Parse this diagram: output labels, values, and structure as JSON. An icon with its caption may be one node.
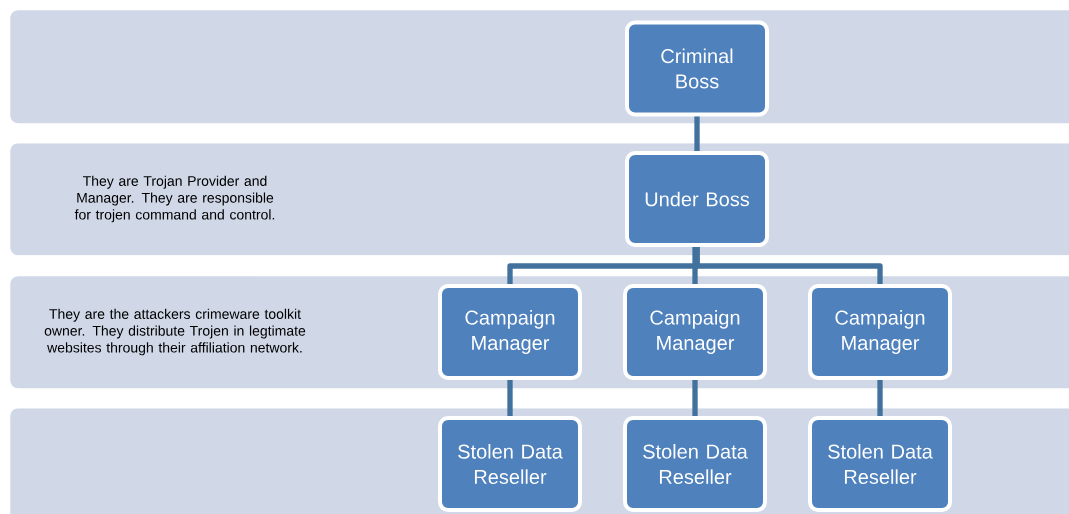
{
  "diagram": {
    "nodes": [
      {
        "text": [],
        "shape": "band"
      },
      {
        "text": [
          "Criminal Boss"
        ],
        "in": 0
      },
      {
        "text": [
          "They are Trojan Provider and Manager. They are responsible for trojen command and control."
        ]
      },
      {
        "text": [
          "Under Boss"
        ],
        "in": 2
      },
      {
        "text": [
          "They are the attackers crimeware toolkit owner. They distribute Trojen in legtimate websites through their affiliation network."
        ]
      },
      {
        "text": [
          "Campaign Manager"
        ],
        "in": 4
      },
      {
        "text": [
          "Campaign Manager"
        ],
        "in": 4
      },
      {
        "text": [
          "Campaign Manager"
        ],
        "in": 4
      },
      {
        "text": [],
        "shape": "band"
      },
      {
        "text": [
          "Stolen Data Reseller"
        ],
        "in": 8
      },
      {
        "text": [
          "Stolen Data Reseller"
        ],
        "in": 8
      },
      {
        "text": [
          "Stolen Data Reseller"
        ],
        "in": 8
      }
    ],
    "edges": [
      {
        "from": 1,
        "to": 3,
        "arrow": "none"
      },
      {
        "from": 3,
        "to": 5,
        "arrow": "none"
      },
      {
        "from": 3,
        "to": 6,
        "arrow": "none"
      },
      {
        "from": 3,
        "to": 7,
        "arrow": "none"
      },
      {
        "from": 5,
        "to": 9,
        "arrow": "none"
      },
      {
        "from": 6,
        "to": 10,
        "arrow": "none"
      },
      {
        "from": 7,
        "to": 11,
        "arrow": "none"
      }
    ]
  }
}
